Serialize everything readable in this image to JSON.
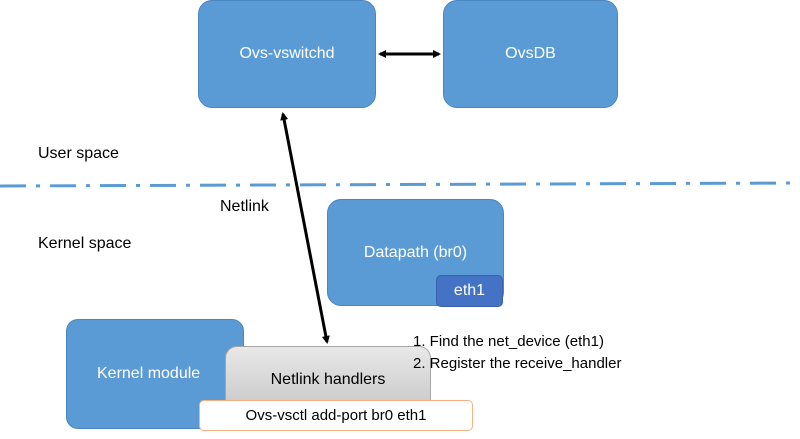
{
  "nodes": {
    "vswitchd": "Ovs-vswitchd",
    "ovsdb": "OvsDB",
    "datapath": "Datapath (br0)",
    "eth1": "eth1",
    "kernel_module": "Kernel module",
    "netlink_handlers": "Netlink handlers",
    "command": "Ovs-vsctl add-port br0 eth1"
  },
  "labels": {
    "user_space": "User space",
    "kernel_space": "Kernel space",
    "netlink": "Netlink"
  },
  "steps": [
    "1. Find the net_device (eth1)",
    "2. Register the receive_handler"
  ],
  "colors": {
    "box_fill": "#5b9bd5",
    "eth_fill": "#4472c4",
    "divider": "#5b9bd5",
    "handlers_fill": "#d9d9d9",
    "command_border": "#f4b183"
  }
}
